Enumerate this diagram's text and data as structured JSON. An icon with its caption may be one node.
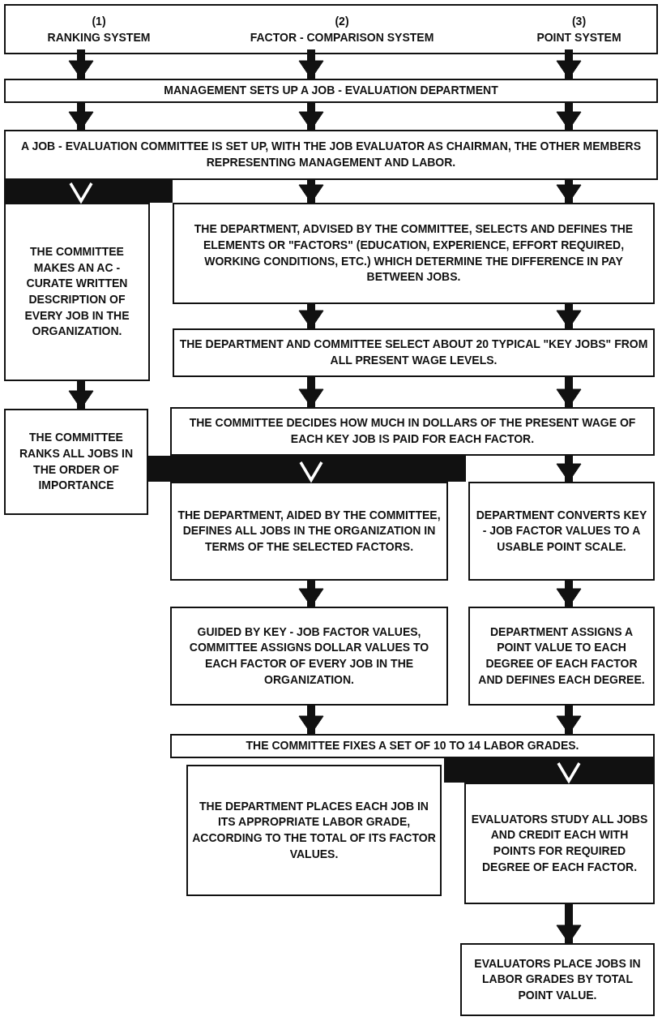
{
  "diagram": {
    "nodes": [
      {
        "text": [],
        "shape": "box"
      },
      {
        "text": [
          "(1)",
          "RANKING SYSTEM"
        ],
        "in": 0
      },
      {
        "text": [
          "(2)",
          "FACTOR - COMPARISON SYSTEM"
        ],
        "in": 0
      },
      {
        "text": [
          "(3)",
          "POINT SYSTEM"
        ],
        "in": 0
      },
      {
        "text": [
          "MANAGEMENT SETS UP A JOB - EVALUATION DEPARTMENT"
        ]
      },
      {
        "text": [
          "A JOB - EVALUATION COMMITTEE IS SET UP, WITH THE JOB EVALUATOR AS CHAIRMAN, THE OTHER MEMBERS REPRESENTING MANAGEMENT AND LABOR."
        ]
      },
      {
        "text": [
          "THE COMMITTEE MAKES AN AC - CURATE WRITTEN DESCRIPTION OF EVERY JOB IN THE ORGANIZATION."
        ]
      },
      {
        "text": [
          "THE DEPARTMENT, ADVISED BY THE COMMITTEE, SELECTS AND DEFINES THE ELEMENTS OR \"FACTORS\" (EDUCATION, EXPERIENCE, EFFORT REQUIRED, WORKING CONDITIONS, ETC.) WHICH DETERMINE THE DIFFERENCE IN PAY BETWEEN JOBS."
        ]
      },
      {
        "text": [
          "THE DEPARTMENT AND COMMITTEE SELECT ABOUT 20 TYPICAL \"KEY JOBS\" FROM ALL PRESENT WAGE LEVELS."
        ]
      },
      {
        "text": [
          "THE COMMITTEE RANKS ALL JOBS IN THE ORDER OF IMPORTANCE"
        ]
      },
      {
        "text": [
          "THE COMMITTEE DECIDES HOW MUCH IN DOLLARS OF THE PRESENT WAGE OF EACH KEY JOB IS PAID FOR EACH FACTOR."
        ]
      },
      {
        "text": [
          "THE DEPARTMENT, AIDED BY THE COMMITTEE, DEFINES ALL JOBS IN THE ORGANIZATION IN TERMS OF THE SELECTED FACTORS."
        ]
      },
      {
        "text": [
          "DEPARTMENT CONVERTS KEY - JOB FACTOR VALUES TO A USABLE POINT SCALE."
        ]
      },
      {
        "text": [
          "GUIDED BY KEY - JOB FACTOR VALUES, COMMITTEE ASSIGNS DOLLAR VALUES TO EACH FACTOR OF EVERY JOB IN THE ORGANIZATION."
        ]
      },
      {
        "text": [
          "DEPARTMENT ASSIGNS A POINT VALUE TO EACH DEGREE OF EACH FACTOR AND DEFINES EACH DEGREE."
        ]
      },
      {
        "text": [
          "THE COMMITTEE FIXES A SET OF 10 TO 14 LABOR GRADES."
        ]
      },
      {
        "text": [
          "THE DEPARTMENT PLACES EACH JOB IN ITS APPROPRIATE LABOR GRADE, ACCORDING TO THE TOTAL OF ITS FACTOR VALUES."
        ]
      },
      {
        "text": [
          "EVALUATORS STUDY ALL JOBS AND CREDIT EACH WITH POINTS FOR REQUIRED DEGREE OF EACH FACTOR."
        ]
      },
      {
        "text": [
          "EVALUATORS PLACE JOBS IN LABOR GRADES BY TOTAL POINT VALUE."
        ]
      }
    ],
    "edges": [
      {
        "from": 1,
        "to": 4,
        "arrow": "to"
      },
      {
        "from": 2,
        "to": 4,
        "arrow": "to"
      },
      {
        "from": 3,
        "to": 4,
        "arrow": "to"
      },
      {
        "from": 4,
        "to": 5,
        "arrow": "to"
      },
      {
        "from": 4,
        "to": 5,
        "arrow": "to"
      },
      {
        "from": 4,
        "to": 5,
        "arrow": "to"
      },
      {
        "from": 5,
        "to": 6,
        "arrow": "to",
        "style": "thick"
      },
      {
        "from": 5,
        "to": 7,
        "arrow": "to"
      },
      {
        "from": 5,
        "to": 7,
        "arrow": "to"
      },
      {
        "from": 7,
        "to": 8,
        "arrow": "to"
      },
      {
        "from": 7,
        "to": 8,
        "arrow": "to"
      },
      {
        "from": 6,
        "to": 9,
        "arrow": "to"
      },
      {
        "from": 8,
        "to": 10,
        "arrow": "to"
      },
      {
        "from": 8,
        "to": 10,
        "arrow": "to"
      },
      {
        "from": 10,
        "to": 11,
        "arrow": "to",
        "style": "thick"
      },
      {
        "from": 10,
        "to": 12,
        "arrow": "to"
      },
      {
        "from": 11,
        "to": 13,
        "arrow": "to"
      },
      {
        "from": 12,
        "to": 14,
        "arrow": "to"
      },
      {
        "from": 13,
        "to": 15,
        "arrow": "to"
      },
      {
        "from": 14,
        "to": 15,
        "arrow": "to"
      },
      {
        "from": 15,
        "to": 17,
        "arrow": "to",
        "style": "thick"
      },
      {
        "from": 17,
        "to": 18,
        "arrow": "to"
      }
    ]
  }
}
